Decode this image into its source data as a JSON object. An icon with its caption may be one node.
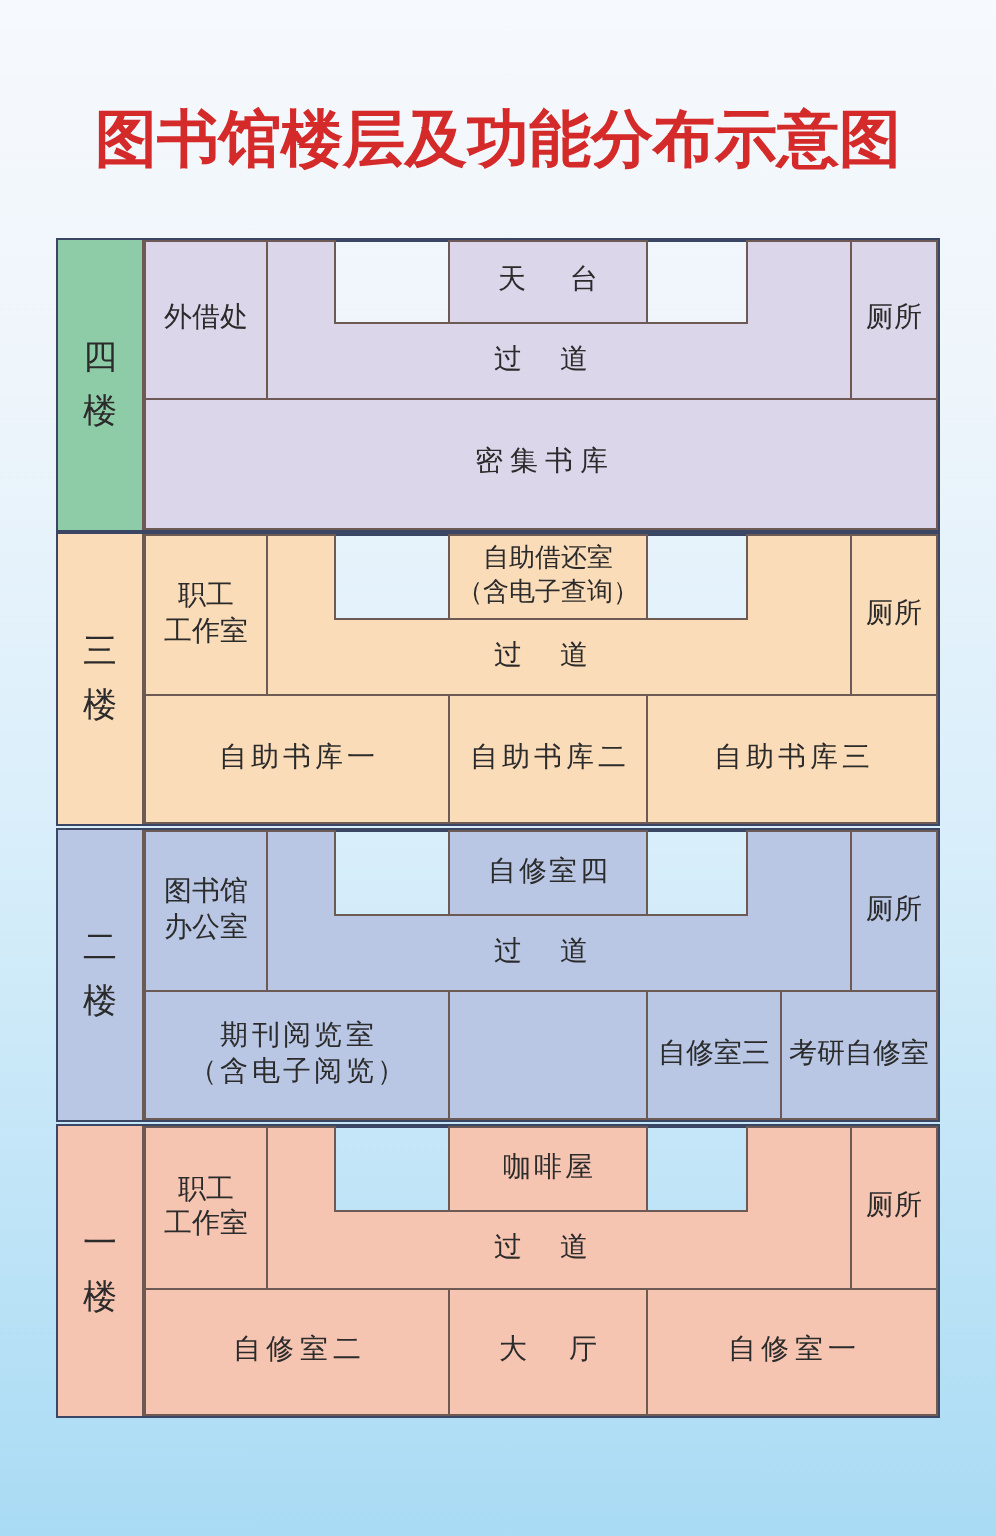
{
  "diagram": {
    "title": "图书馆楼层及功能分布示意图",
    "nodes": [
      {
        "text": [
          "四楼"
        ]
      },
      {
        "text": [
          "外借处"
        ],
        "in": 0
      },
      {
        "text": [
          "天台"
        ],
        "in": 0
      },
      {
        "text": [
          "厕所"
        ],
        "in": 0
      },
      {
        "text": [
          "过道"
        ],
        "in": 0
      },
      {
        "text": [
          "密集书库"
        ],
        "in": 0
      },
      {
        "text": [
          "三楼"
        ]
      },
      {
        "text": [
          "职工工作室"
        ],
        "in": 6
      },
      {
        "text": [
          "自助借还室（含电子查询）"
        ],
        "in": 6
      },
      {
        "text": [
          "厕所"
        ],
        "in": 6
      },
      {
        "text": [
          "过道"
        ],
        "in": 6
      },
      {
        "text": [
          "自助书库一"
        ],
        "in": 6
      },
      {
        "text": [
          "自助书库二"
        ],
        "in": 6
      },
      {
        "text": [
          "自助书库三"
        ],
        "in": 6
      },
      {
        "text": [
          "二楼"
        ]
      },
      {
        "text": [
          "图书馆办公室"
        ],
        "in": 14
      },
      {
        "text": [
          "自修室四"
        ],
        "in": 14
      },
      {
        "text": [
          "厕所"
        ],
        "in": 14
      },
      {
        "text": [
          "过道"
        ],
        "in": 14
      },
      {
        "text": [
          "期刊阅览室（含电子阅览）"
        ],
        "in": 14
      },
      {
        "text": [],
        "shape": "box",
        "in": 14
      },
      {
        "text": [
          "自修室三"
        ],
        "in": 14
      },
      {
        "text": [
          "考研自修室"
        ],
        "in": 14
      },
      {
        "text": [
          "一楼"
        ]
      },
      {
        "text": [
          "职工工作室"
        ],
        "in": 23
      },
      {
        "text": [
          "咖啡屋"
        ],
        "in": 23
      },
      {
        "text": [
          "厕所"
        ],
        "in": 23
      },
      {
        "text": [
          "过道"
        ],
        "in": 23
      },
      {
        "text": [
          "自修室二"
        ],
        "in": 23
      },
      {
        "text": [
          "大厅"
        ],
        "in": 23
      },
      {
        "text": [
          "自修室一"
        ],
        "in": 23
      }
    ]
  }
}
